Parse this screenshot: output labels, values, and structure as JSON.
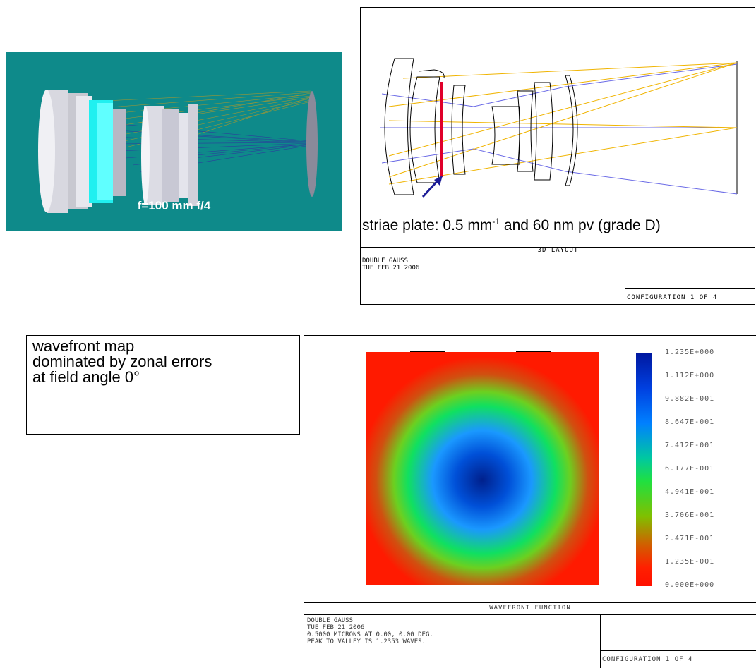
{
  "render_panel": {
    "caption": "f=100 mm f/4",
    "background_color": "#0e8a8a"
  },
  "layout_panel": {
    "annotation_prefix": "striae plate: 0.5 mm",
    "annotation_sup": "-1",
    "annotation_suffix": " and 60 nm pv (grade D)",
    "title_block": {
      "title": "3D LAYOUT",
      "lines": [
        "DOUBLE GAUSS",
        "TUE FEB 21 2006"
      ],
      "config": "CONFIGURATION 1 OF 4"
    },
    "ray_colors": {
      "marginal": "#f0b400",
      "chief": "#6a6ae6",
      "striae_plate": "#e0002a",
      "arrow": "#1c1c96"
    }
  },
  "note": {
    "lines": [
      "wavefront map",
      "dominated by zonal errors",
      "at field angle 0°"
    ]
  },
  "wavefront_panel": {
    "title": "WAVEFRONT FUNCTION",
    "lines": [
      "DOUBLE GAUSS",
      "TUE FEB 21 2006",
      "0.5000 MICRONS AT 0.00, 0.00 DEG.",
      "PEAK TO VALLEY IS 1.2353 WAVES."
    ],
    "config": "CONFIGURATION 1 OF 4",
    "colorbar_labels": [
      "1.235E+000",
      "1.112E+000",
      "9.882E-001",
      "8.647E-001",
      "7.412E-001",
      "6.177E-001",
      "4.941E-001",
      "3.706E-001",
      "2.471E-001",
      "1.235E-001",
      "0.000E+000"
    ]
  }
}
